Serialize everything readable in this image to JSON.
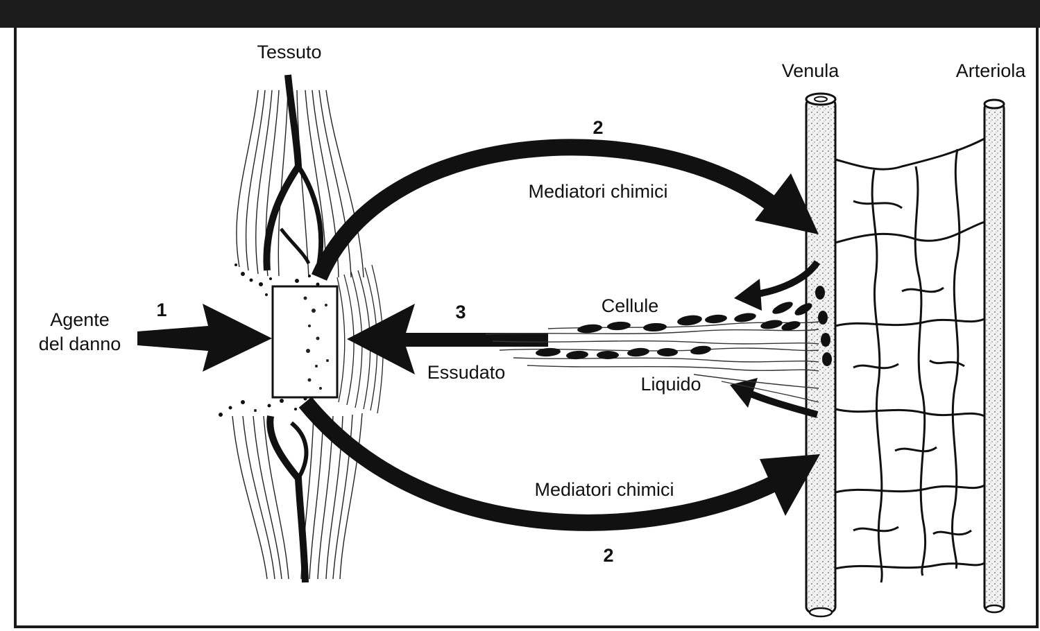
{
  "labels": {
    "tissue": "Tessuto",
    "venule": "Venula",
    "arteriole": "Arteriola",
    "agent_line1": "Agente",
    "agent_line2": "del danno",
    "mediators_top": "Mediatori chimici",
    "mediators_bottom": "Mediatori chimici",
    "cells": "Cellule",
    "exudate": "Essudato",
    "liquid": "Liquido"
  },
  "steps": {
    "step1": "1",
    "step2_top": "2",
    "step2_bottom": "2",
    "step3": "3"
  },
  "colors": {
    "frame": "#1a1a1a",
    "ink": "#111111",
    "vessel_fill": "#efefef",
    "background": "#ffffff"
  }
}
